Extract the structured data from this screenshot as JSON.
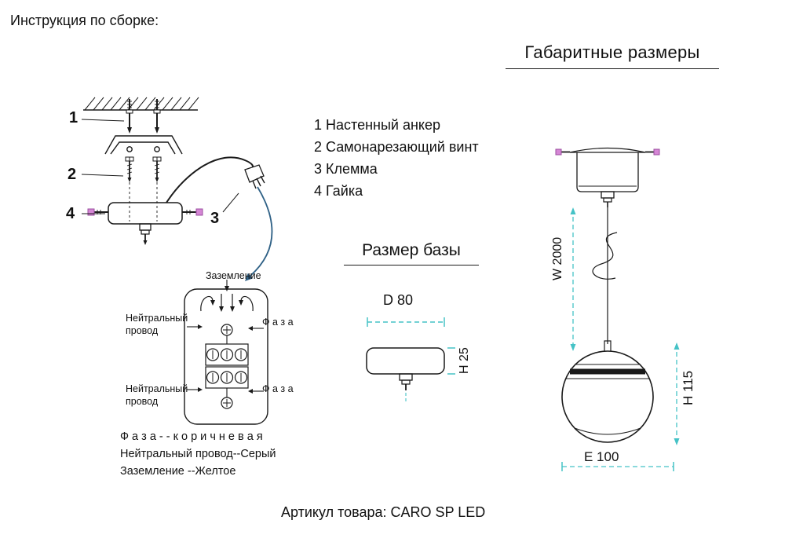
{
  "page": {
    "instruction_note": "Инструкция по сборке:",
    "article": "Артикул товара: CARO SP LED"
  },
  "parts_list": {
    "items": [
      "1 Настенный анкер",
      "2 Самонарезающий винт",
      "3 Клемма",
      "4 Гайка"
    ]
  },
  "assembly": {
    "callouts": {
      "n1": "1",
      "n2": "2",
      "n3": "3",
      "n4": "4"
    },
    "labels": {
      "ground": "Заземление",
      "neutral": "Нейтральный провод",
      "phase": "Ф а з а"
    },
    "legend": [
      "Ф а з а - - к о р и ч н е в а я",
      "Нейтральный провод--Серый",
      "Заземление --Желтое"
    ]
  },
  "base_size": {
    "title": "Размер базы",
    "diameter": "D 80",
    "height": "H 25"
  },
  "dimensions": {
    "title": "Габаритные размеры",
    "wire": "W 2000",
    "lamp_height": "H 115",
    "lamp_width": "E 100"
  },
  "colors": {
    "line": "#1a1a1a",
    "dimension": "#45c2c6",
    "accent_pink": "#d586d5",
    "arrow_blue": "#2f6186"
  }
}
